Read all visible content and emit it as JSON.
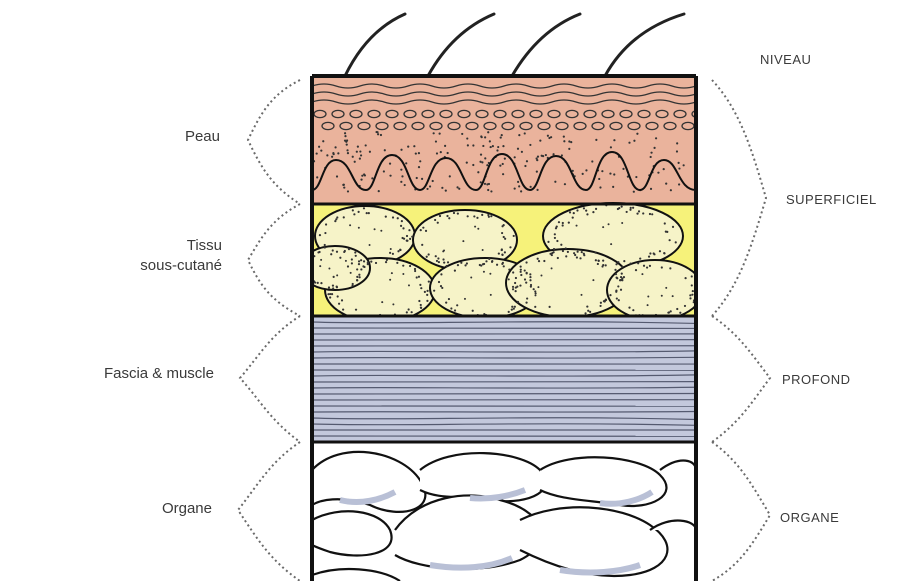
{
  "left_labels": {
    "skin": "Peau",
    "subcutaneous_line1": "Tissu",
    "subcutaneous_line2": "sous-cutané",
    "fascia_muscle": "Fascia & muscle",
    "organ": "Organe"
  },
  "right_labels": {
    "header": "NIVEAU",
    "superficial": "SUPERFICIEL",
    "deep": "PROFOND",
    "organ": "ORGANE"
  },
  "colors": {
    "skin": "#eab39c",
    "fat_background": "#f6f27a",
    "fat_cell": "#f6f3c8",
    "muscle": "#c3c8dc",
    "organ_fill": "#ffffff",
    "organ_shade": "#b9c0d6",
    "outline": "#111111",
    "brace_dots": "#6a6a6a"
  }
}
